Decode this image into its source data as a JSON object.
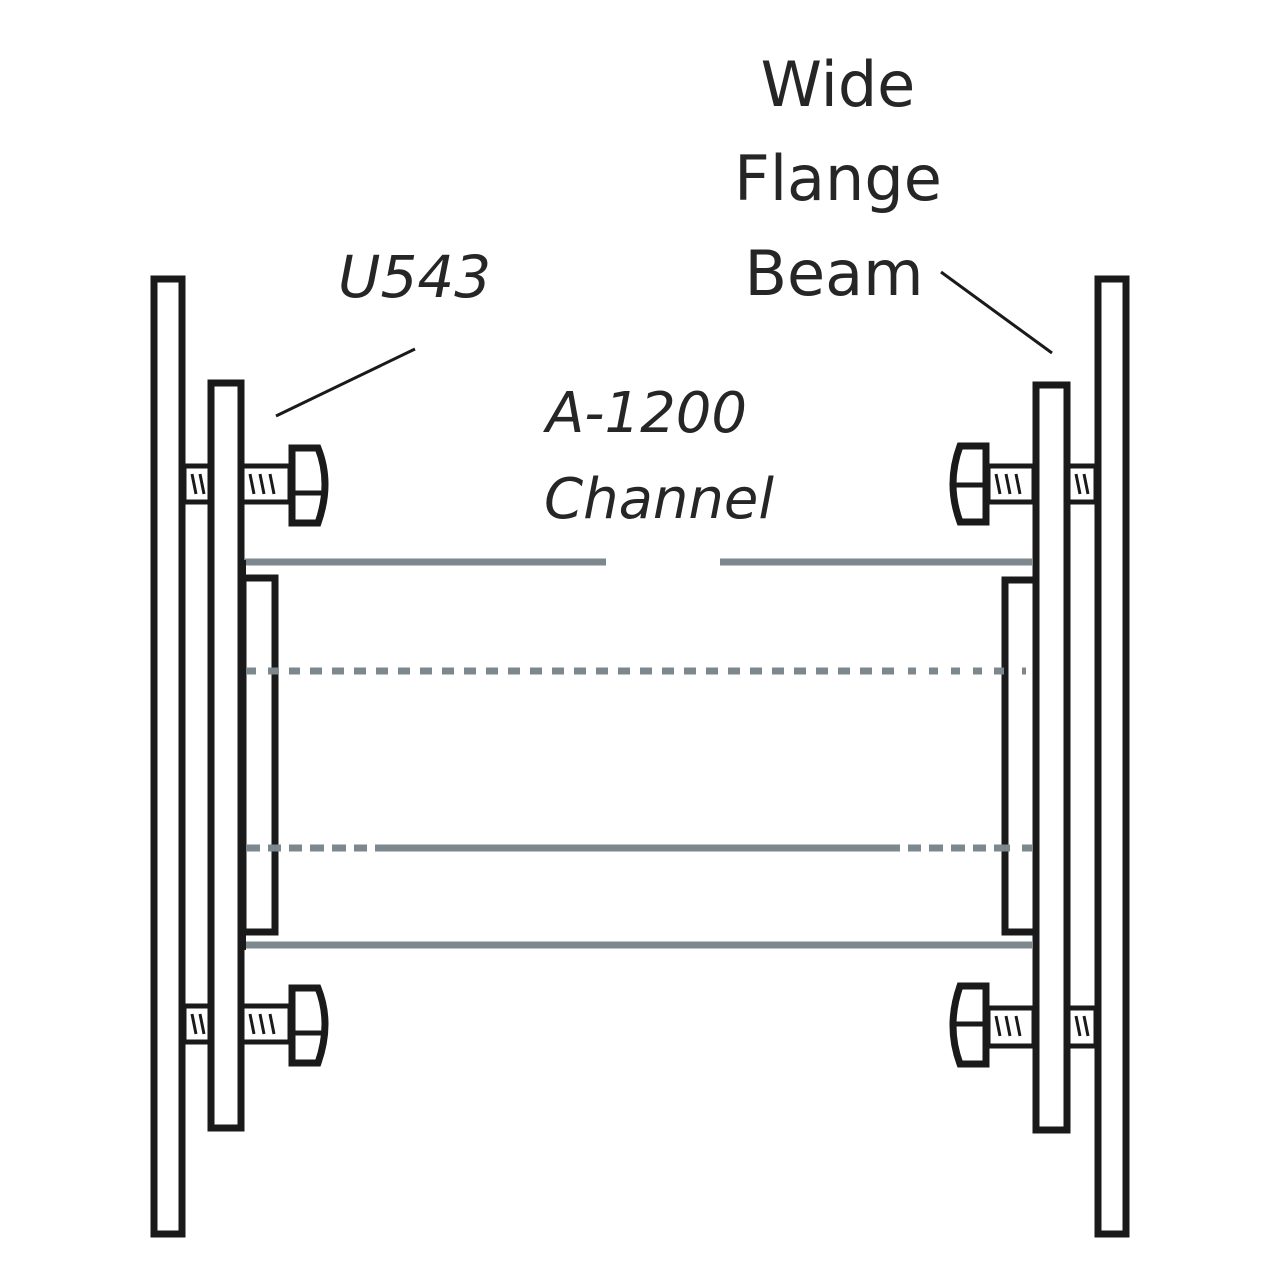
{
  "labels": {
    "u543": "U543",
    "channel_line1": "A-1200",
    "channel_line2": "Channel",
    "beam_line1": "Wide",
    "beam_line2": "Flange",
    "beam_line3": "Beam"
  },
  "colors": {
    "outline": "#1a1a1a",
    "channel_lines": "#7d878e",
    "text": "#262626",
    "background": "#ffffff"
  }
}
